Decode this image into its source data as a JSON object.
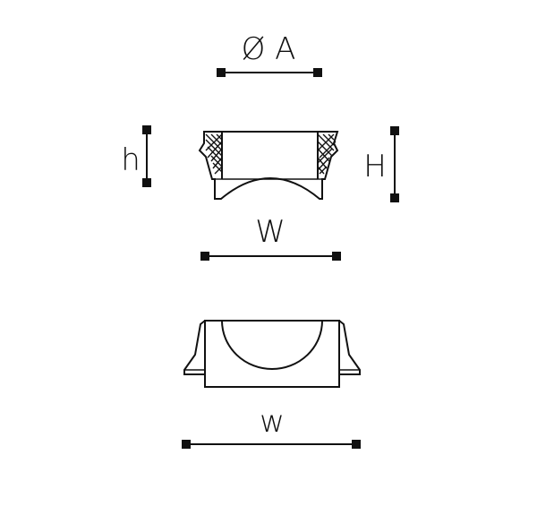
{
  "labels": {
    "diameter": "Ø A",
    "height_small": "h",
    "height_large": "H",
    "width_upper": "W",
    "width_lower": "w"
  }
}
